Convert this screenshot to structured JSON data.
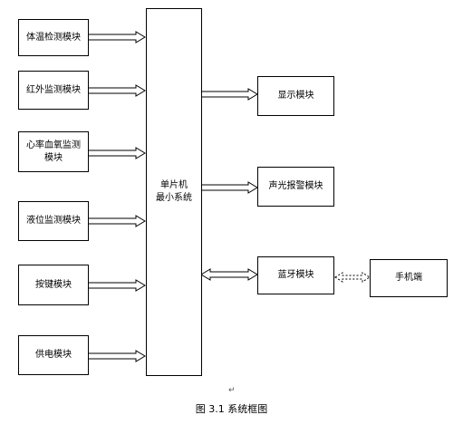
{
  "diagram": {
    "input_modules": [
      {
        "label": "体温检测模块"
      },
      {
        "label": "红外监测模块"
      },
      {
        "label": "心率血氧监测模块"
      },
      {
        "label": "液位监测模块"
      },
      {
        "label": "按键模块"
      },
      {
        "label": "供电模块"
      }
    ],
    "mcu": {
      "line1": "单片机",
      "line2": "最小系统"
    },
    "output_modules": [
      {
        "label": "显示模块"
      },
      {
        "label": "声光报警模块"
      },
      {
        "label": "蓝牙模块"
      }
    ],
    "phone": {
      "label": "手机端"
    },
    "caption": "图 3.1 系统框图",
    "marks": {
      "return_mark": "↵"
    }
  }
}
